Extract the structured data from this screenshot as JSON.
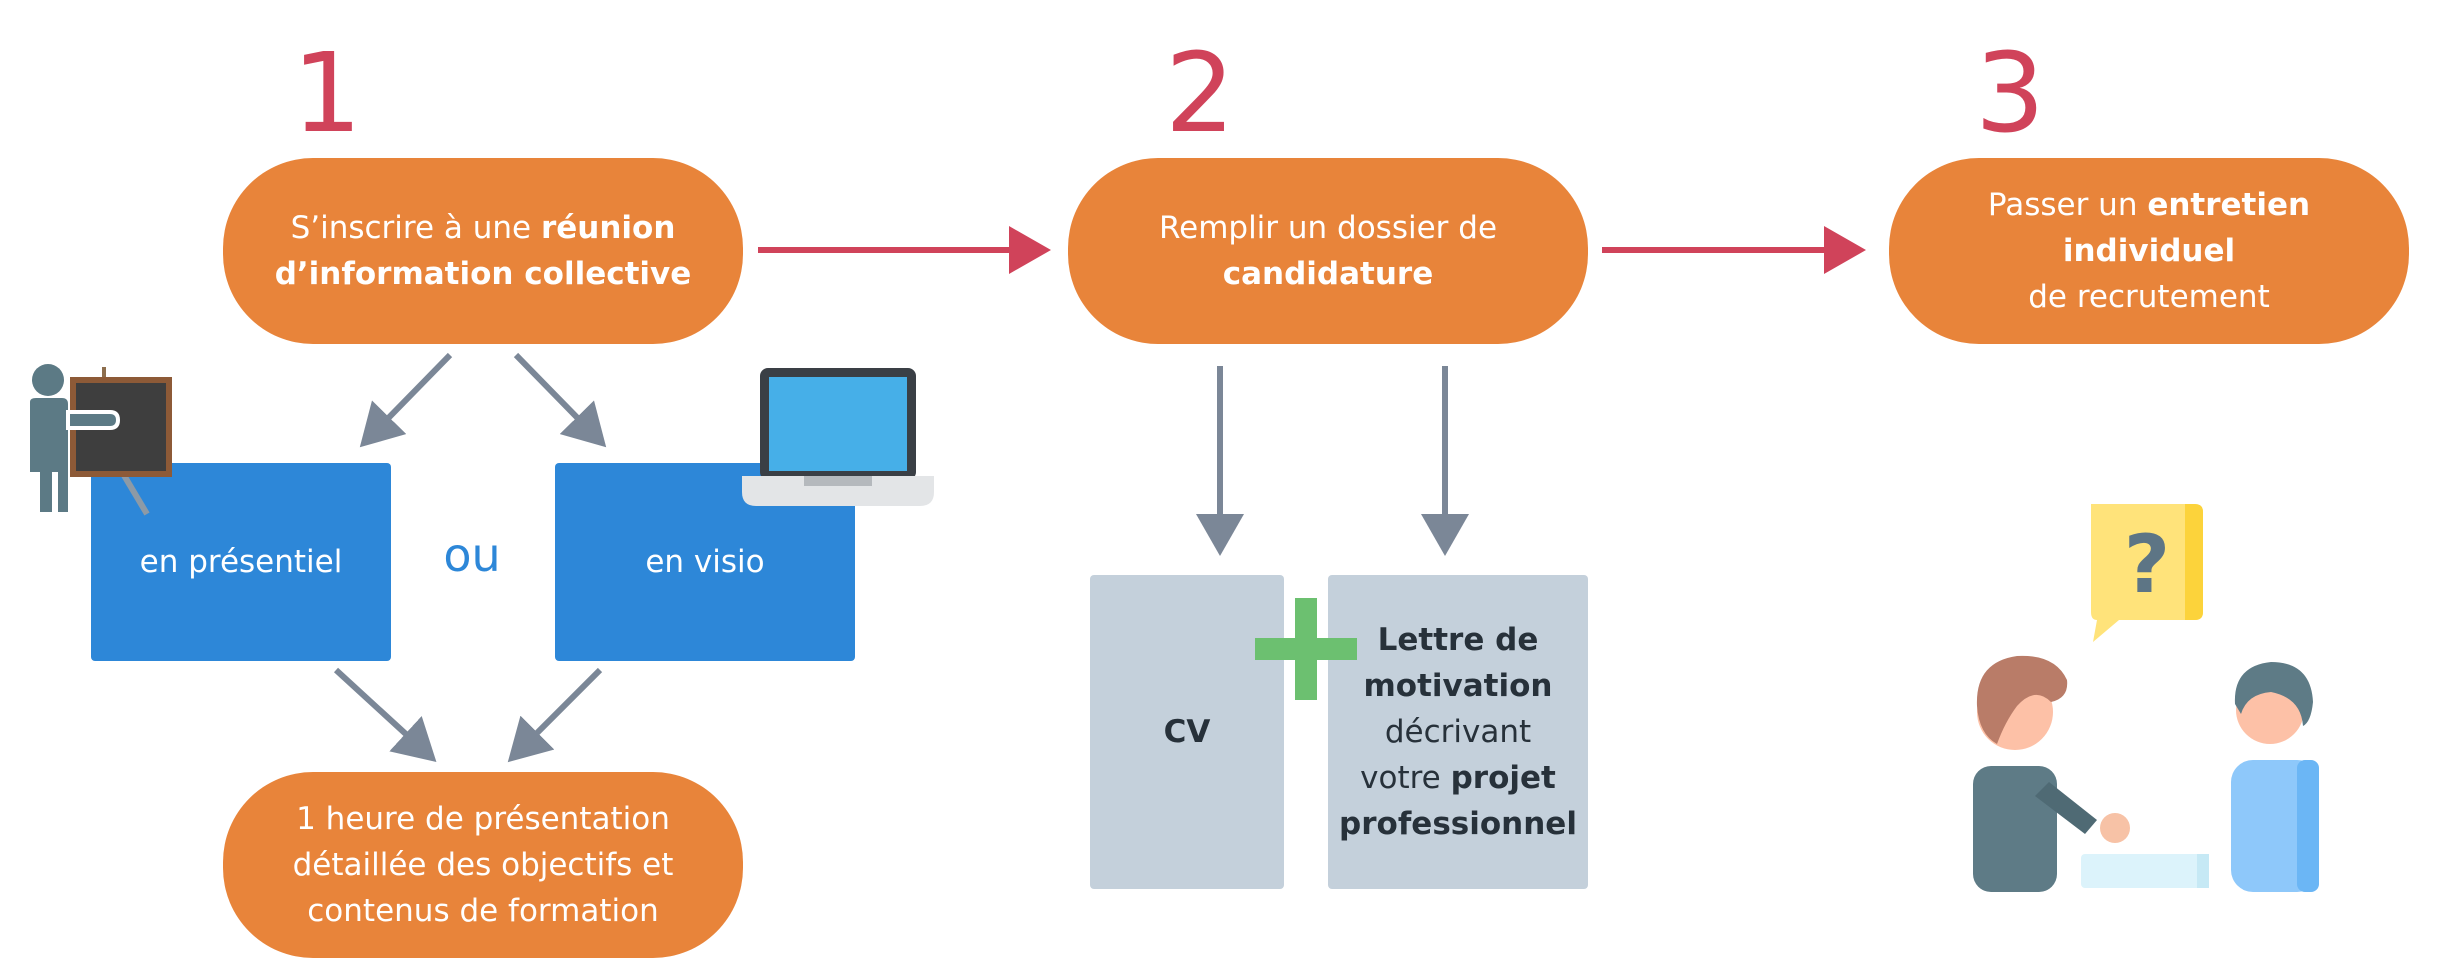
{
  "colors": {
    "orange": "#E8843A",
    "red": "#D0435A",
    "blue_box": "#2D87D8",
    "grey_box": "#C4D0DB",
    "arrow_grey": "#7B8797",
    "plus_green": "#6CC070"
  },
  "steps": [
    {
      "number": "1",
      "pill": {
        "pre": "S’inscrire à une ",
        "bold1": "réunion",
        "bold2": "d’information collective"
      }
    },
    {
      "number": "2",
      "pill": {
        "pre": "Remplir un dossier de",
        "bold": "candidature"
      }
    },
    {
      "number": "3",
      "pill": {
        "pre": "Passer un ",
        "bold": "entretien individuel",
        "post": "de recrutement"
      }
    }
  ],
  "options": {
    "presentiel": "en présentiel",
    "separator": "ou",
    "visio": "en visio"
  },
  "info_session": {
    "line1": "1 heure de présentation",
    "line2": "détaillée des objectifs et",
    "line3": "contenus de formation"
  },
  "documents": {
    "cv": "CV",
    "letter_bold1": "Lettre de",
    "letter_bold2": "motivation",
    "letter_text1": "décrivant",
    "letter_text2": "votre ",
    "letter_bold3": "projet",
    "letter_bold4": "professionnel"
  },
  "icons": [
    "teacher-blackboard-icon",
    "laptop-icon",
    "plus-icon",
    "question-speech-bubble-icon",
    "interview-people-icon"
  ]
}
